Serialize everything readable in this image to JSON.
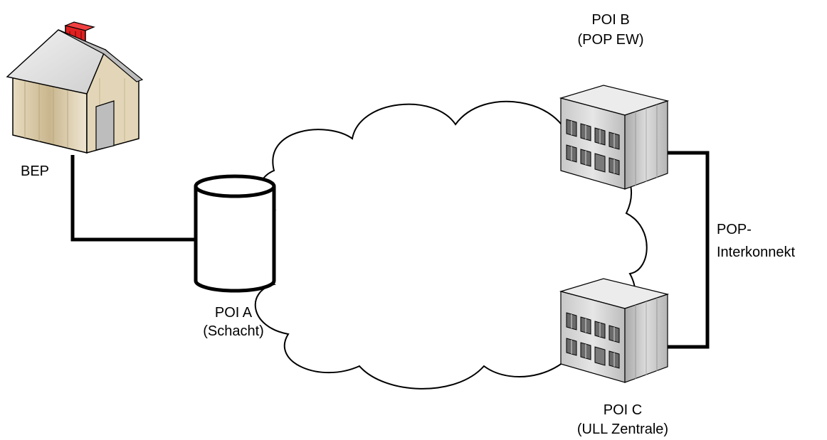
{
  "nodes": {
    "bep": {
      "label": "BEP",
      "icon": "house-icon"
    },
    "poi_a": {
      "line1": "POI A",
      "line2": "(Schacht)",
      "icon": "manhole-cylinder-icon"
    },
    "poi_b": {
      "line1": "POI B",
      "line2": "(POP EW)",
      "icon": "building-icon"
    },
    "poi_c": {
      "line1": "POI C",
      "line2": "(ULL Zentrale)",
      "icon": "building-icon"
    },
    "cloud": {
      "icon": "network-cloud-icon"
    }
  },
  "links": {
    "interconnect": {
      "line1": "POP-",
      "line2": "Interkonnekt"
    }
  },
  "colors": {
    "line": "#000000",
    "house_wall": "#d8c9a6",
    "house_roof": "#e6e6e6",
    "chimney": "#e02020",
    "building_face": "#d9d9d9"
  }
}
